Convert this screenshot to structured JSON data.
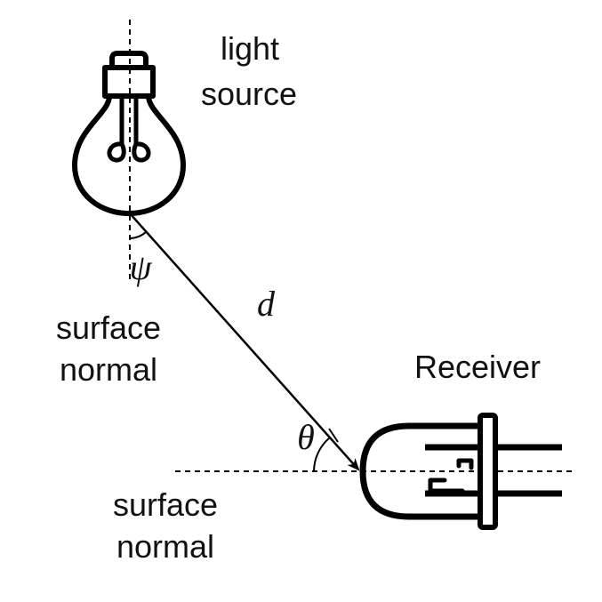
{
  "light_source": {
    "label_line1": "light",
    "label_line2": "source"
  },
  "receiver": {
    "label": "Receiver"
  },
  "distance": {
    "symbol": "d"
  },
  "angles": {
    "emission": "ψ",
    "incidence": "θ"
  },
  "surface_normal_top": {
    "line1": "surface",
    "line2": "normal"
  },
  "surface_normal_bottom": {
    "line1": "surface",
    "line2": "normal"
  },
  "colors": {
    "ink": "#000000",
    "background": "#ffffff"
  }
}
